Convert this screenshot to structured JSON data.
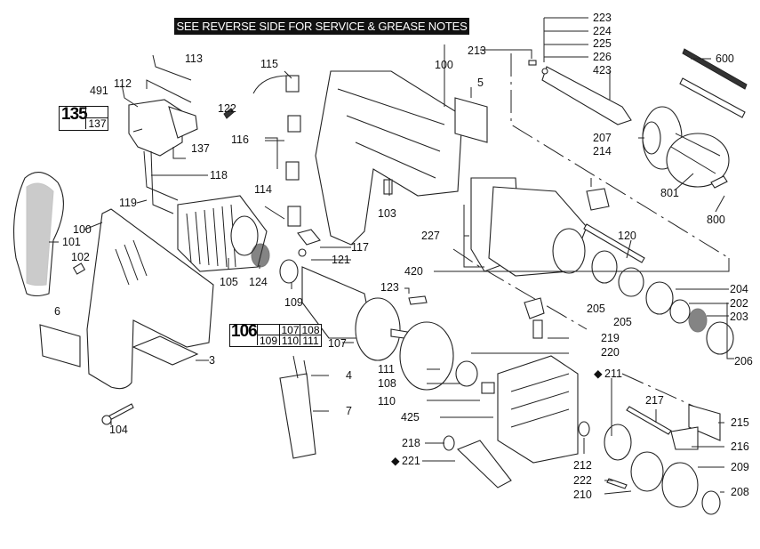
{
  "banner": "SEE REVERSE SIDE FOR SERVICE & GREASE NOTES",
  "kits": {
    "kit135": {
      "number": "135",
      "parts": [
        "",
        "137"
      ]
    },
    "kit106": {
      "number": "106",
      "parts_top": [
        "",
        "107",
        "108"
      ],
      "parts_bottom": [
        "109",
        "110",
        "111"
      ]
    }
  },
  "marker_symbol": "◆",
  "labels": {
    "p113": "113",
    "p112": "112",
    "p491": "491",
    "p122": "122",
    "p137": "137",
    "p118": "118",
    "p119": "119",
    "p115": "115",
    "p116": "116",
    "p114": "114",
    "p100a": "100",
    "p100b": "100",
    "p5": "5",
    "p103": "103",
    "p117": "117",
    "p121": "121",
    "p213": "213",
    "p223": "223",
    "p224": "224",
    "p225": "225",
    "p226": "226",
    "p423": "423",
    "p600": "600",
    "p207": "207",
    "p214": "214",
    "p801": "801",
    "p800": "800",
    "p227": "227",
    "p120": "120",
    "p420": "420",
    "p204": "204",
    "p202": "202",
    "p203": "203",
    "p206": "206",
    "p205a": "205",
    "p205b": "205",
    "p101": "101",
    "p102": "102",
    "p6": "6",
    "p3": "3",
    "p104": "104",
    "p105": "105",
    "p124": "124",
    "p109": "109",
    "p123": "123",
    "p107": "107",
    "p111": "111",
    "p108": "108",
    "p110": "110",
    "p425": "425",
    "p4": "4",
    "p7": "7",
    "p219": "219",
    "p220": "220",
    "p211": "211",
    "p217": "217",
    "p215": "215",
    "p216": "216",
    "p209": "209",
    "p208": "208",
    "p212": "212",
    "p222": "222",
    "p210": "210",
    "p218": "218",
    "p221": "221"
  }
}
